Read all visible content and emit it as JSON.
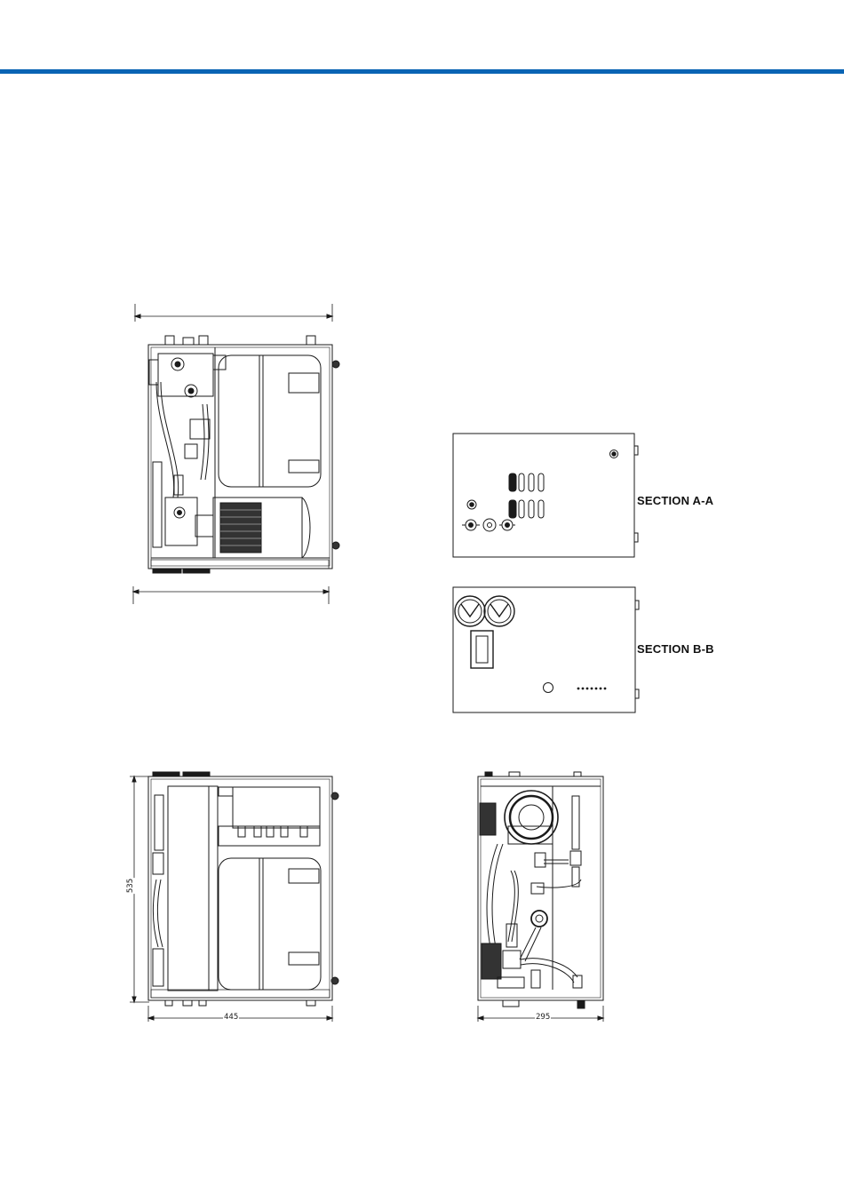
{
  "header": {
    "bar_color": "#0a64b4"
  },
  "sections": {
    "a": {
      "label": "SECTION A-A"
    },
    "b": {
      "label": "SECTION B-B"
    }
  },
  "dimensions": {
    "height": "535",
    "width_side": "445",
    "width_end": "295"
  },
  "colors": {
    "line": "#1a1a1a",
    "dark_fill": "#222222"
  }
}
